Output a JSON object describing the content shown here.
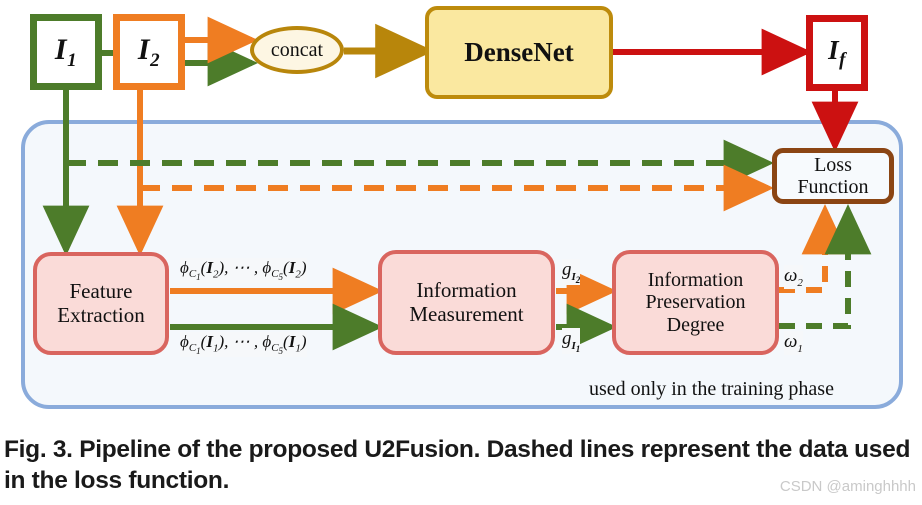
{
  "figure": {
    "caption": "Fig. 3. Pipeline of the proposed U2Fusion. Dashed lines represent the data used in the loss function.",
    "watermark": "CSDN @aminghhhh",
    "training_note": "used only in the training phase"
  },
  "nodes": {
    "input1": {
      "label": "I",
      "sub": "1"
    },
    "input2": {
      "label": "I",
      "sub": "2"
    },
    "fused": {
      "label": "I",
      "sub": "f"
    },
    "concat": {
      "label": "concat"
    },
    "densenet": {
      "label": "DenseNet"
    },
    "loss": {
      "line1": "Loss",
      "line2": "Function"
    },
    "feature_extraction": {
      "line1": "Feature",
      "line2": "Extraction"
    },
    "information_measurement": {
      "line1": "Information",
      "line2": "Measurement"
    },
    "information_preservation_degree": {
      "line1": "Information",
      "line2": "Preservation",
      "line3": "Degree"
    }
  },
  "edge_labels": {
    "phi_i2": {
      "head": "ϕ",
      "sub1": "C",
      "sub1sub": "1",
      "arg1": "I",
      "arg1sub": "2",
      "mid": ", ⋯ , ",
      "head2": "ϕ",
      "sub2": "C",
      "sub2sub": "5",
      "arg2": "I",
      "arg2sub": "2"
    },
    "phi_i1": {
      "head": "ϕ",
      "sub1": "C",
      "sub1sub": "1",
      "arg1": "I",
      "arg1sub": "1",
      "mid": ", ⋯ , ",
      "head2": "ϕ",
      "sub2": "C",
      "sub2sub": "5",
      "arg2": "I",
      "arg2sub": "1"
    },
    "g_i2": {
      "head": "g",
      "arg": "I",
      "argsub": "2"
    },
    "g_i1": {
      "head": "g",
      "arg": "I",
      "argsub": "1"
    },
    "omega_2": {
      "head": "ω",
      "sub": "2"
    },
    "omega_1": {
      "head": "ω",
      "sub": "1"
    }
  },
  "colors": {
    "green": "#4d7c2a",
    "orange": "#ef7d22",
    "gold": "#b8860b",
    "red": "#cc1111",
    "pink_fill": "#fadbd8",
    "pink_border": "#d9655f",
    "brown": "#8b4513",
    "blue_border": "#8aabdb",
    "blue_fill": "#f4f8fc",
    "yellow_fill": "#fae8a0"
  }
}
